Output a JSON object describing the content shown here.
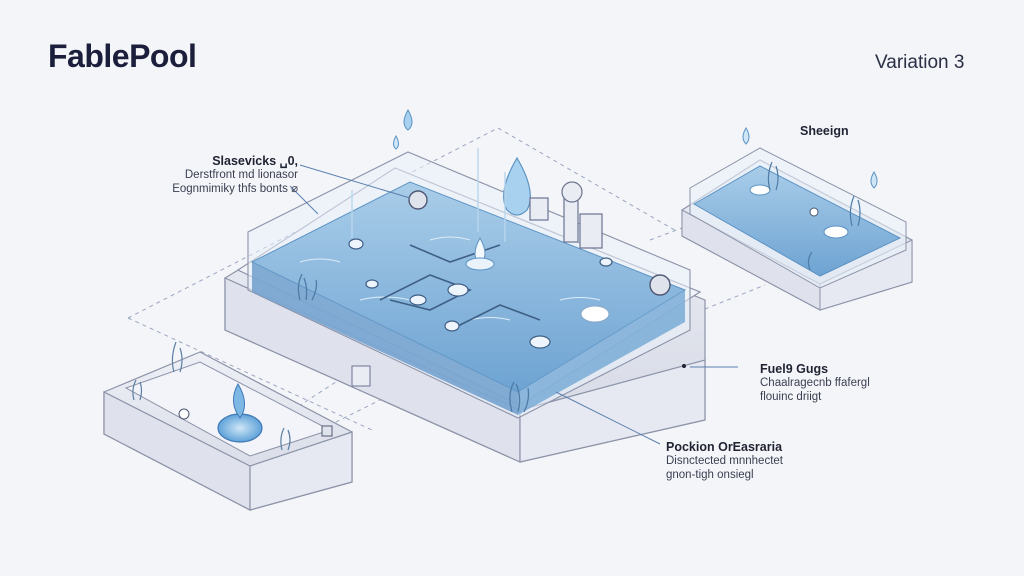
{
  "header": {
    "brand": "FablePool",
    "variation": "Variation 3"
  },
  "annotations": {
    "top_left": {
      "title": "Slasevicks ␣0,",
      "line1": "Derstfront md lionasor",
      "line2": "Eognmimiky thfs bonts ⌀"
    },
    "top_right": {
      "title": "Sheeign"
    },
    "mid_right": {
      "title": "Fuel9 Gugs",
      "line1": "Chaalragecnb ffafergl",
      "line2": "flouinc driigt"
    },
    "bottom_right": {
      "title": "Pockion OrEasraria",
      "line1": "Disnctected mnnhectet",
      "line2": "gnon-tigh onsiegl"
    }
  },
  "colors": {
    "background": "#f4f5f8",
    "water": "#7fb0d8",
    "water_dark": "#5b93c4",
    "frame": "#d8dbe6",
    "outline": "#8c93a8",
    "guide_line": "#5b7fb0"
  }
}
